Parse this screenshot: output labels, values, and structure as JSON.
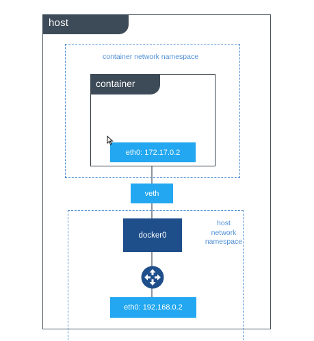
{
  "diagram": {
    "host": {
      "label": "host"
    },
    "container_namespace": {
      "label": "container network namespace"
    },
    "container": {
      "label": "container",
      "interface": "eth0: 172.17.0.2"
    },
    "veth": {
      "label": "veth"
    },
    "host_namespace": {
      "label": "host\nnetwork\nnamespace"
    },
    "bridge": {
      "label": "docker0"
    },
    "router": {
      "icon": "router-icon"
    },
    "host_interface": {
      "label": "eth0: 192.168.0.2"
    }
  },
  "colors": {
    "dark_slate": "#3d4a57",
    "dashed_blue": "#4f8fd6",
    "light_blue": "#22a7f0",
    "navy": "#1f4f8b"
  }
}
